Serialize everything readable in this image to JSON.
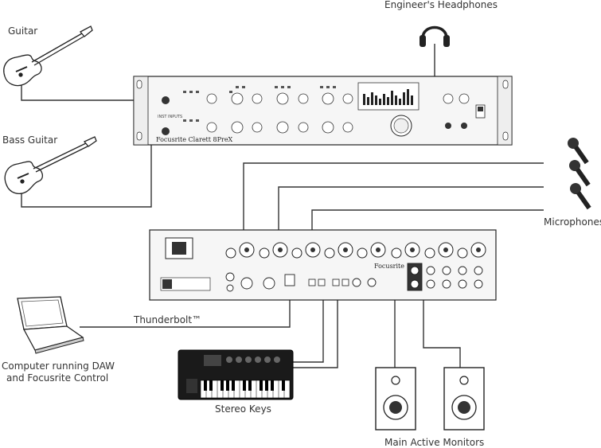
{
  "labels": {
    "guitar": "Guitar",
    "bass_guitar": "Bass Guitar",
    "headphones": "Engineer's Headphones",
    "microphones": "Microphones",
    "thunderbolt": "Thunderbolt™",
    "computer_line1": "Computer running DAW",
    "computer_line2": "and Focusrite Control",
    "stereo_keys": "Stereo Keys",
    "monitors": "Main Active Monitors"
  },
  "device": {
    "front_brand": "Focusrite Clarett 8PreX",
    "rear_brand": "Focusrite"
  },
  "colors": {
    "line": "#333333",
    "device_fill": "#f4f4f4",
    "dark": "#1a1a1a"
  }
}
